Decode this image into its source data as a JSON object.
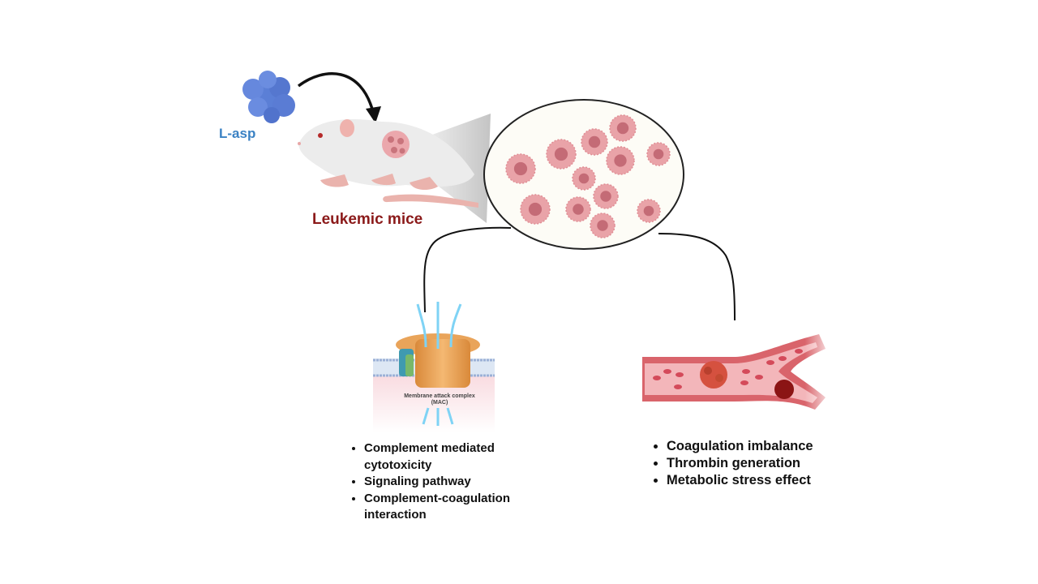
{
  "diagram": {
    "drug": {
      "label": "L-asp",
      "color": "#3b82c4",
      "icon": "protein-molecule-icon"
    },
    "model": {
      "label": "Leukemic mice",
      "color": "#8b1a1a",
      "icon": "mouse-icon"
    },
    "zoom_view": {
      "icon": "leukemic-cells-magnified",
      "cell_count": 12
    },
    "branches": [
      {
        "icon": "membrane-attack-complex-icon",
        "caption": "Membrane attack complex (MAC)",
        "bullets": [
          "Complement mediated cytotoxicity",
          "Signaling pathway",
          "Complement-coagulation interaction"
        ]
      },
      {
        "icon": "blood-vessel-clot-icon",
        "bullets": [
          "Coagulation imbalance",
          "Thrombin generation",
          "Metabolic stress effect"
        ]
      }
    ]
  }
}
